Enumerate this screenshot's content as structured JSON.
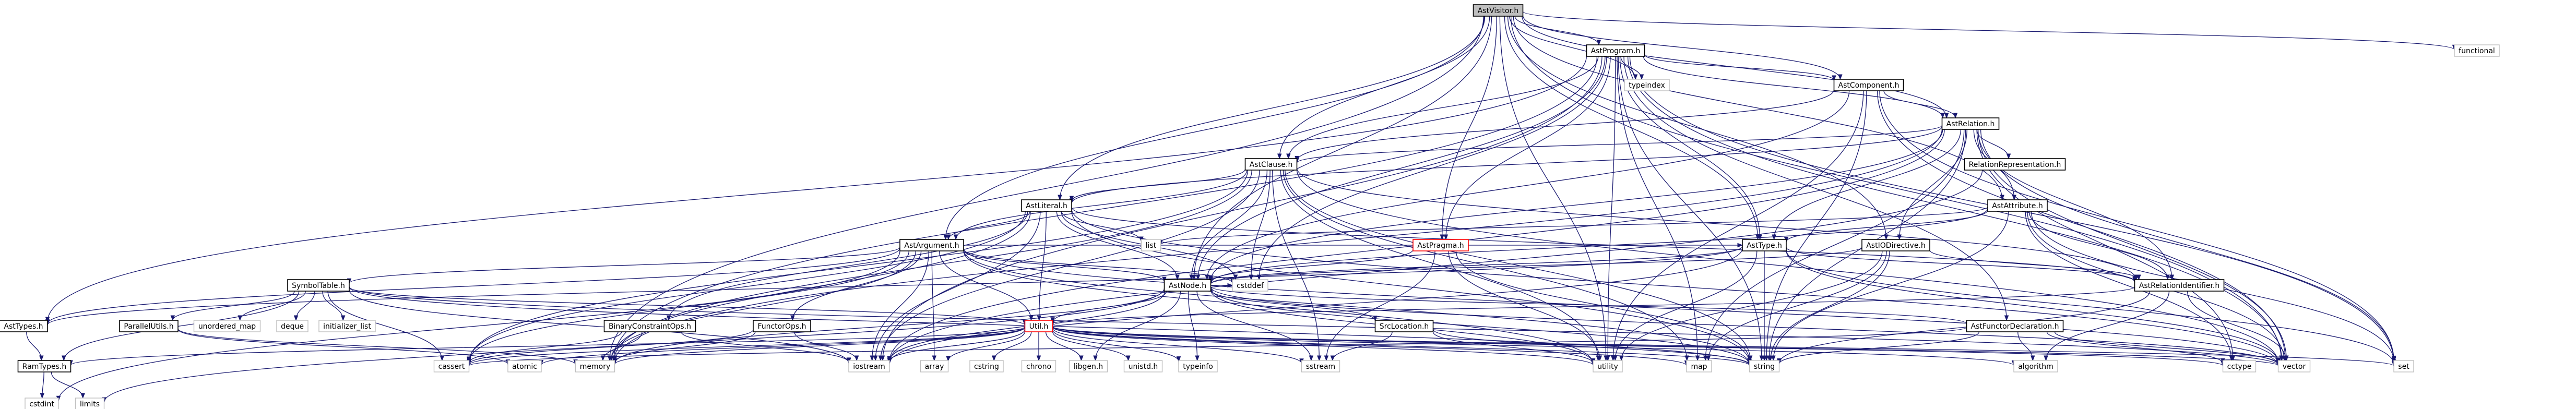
{
  "nodes": [
    {
      "id": "AstVisitor",
      "label": "AstVisitor.h",
      "style": "root"
    },
    {
      "id": "AstProgram",
      "label": "AstProgram.h",
      "style": "doc"
    },
    {
      "id": "functional",
      "label": "functional",
      "style": "sys"
    },
    {
      "id": "AstComponent",
      "label": "AstComponent.h",
      "style": "doc"
    },
    {
      "id": "typeindex",
      "label": "typeindex",
      "style": "sys"
    },
    {
      "id": "AstRelation",
      "label": "AstRelation.h",
      "style": "doc"
    },
    {
      "id": "AstClause",
      "label": "AstClause.h",
      "style": "doc"
    },
    {
      "id": "RelRep",
      "label": "RelationRepresentation.h",
      "style": "doc"
    },
    {
      "id": "AstLiteral",
      "label": "AstLiteral.h",
      "style": "doc"
    },
    {
      "id": "AstAttribute",
      "label": "AstAttribute.h",
      "style": "doc"
    },
    {
      "id": "list",
      "label": "list",
      "style": "sys"
    },
    {
      "id": "AstPragma",
      "label": "AstPragma.h",
      "style": "red"
    },
    {
      "id": "AstArgument",
      "label": "AstArgument.h",
      "style": "doc"
    },
    {
      "id": "AstType",
      "label": "AstType.h",
      "style": "doc"
    },
    {
      "id": "AstIODirective",
      "label": "AstIODirective.h",
      "style": "doc"
    },
    {
      "id": "AstRelId",
      "label": "AstRelationIdentifier.h",
      "style": "doc"
    },
    {
      "id": "SymbolTable",
      "label": "SymbolTable.h",
      "style": "doc"
    },
    {
      "id": "AstNode",
      "label": "AstNode.h",
      "style": "doc"
    },
    {
      "id": "AstFunctorDecl",
      "label": "AstFunctorDeclaration.h",
      "style": "doc"
    },
    {
      "id": "AstTypes",
      "label": "AstTypes.h",
      "style": "doc"
    },
    {
      "id": "ParallelUtils",
      "label": "ParallelUtils.h",
      "style": "doc"
    },
    {
      "id": "unordered_map",
      "label": "unordered_map",
      "style": "sys"
    },
    {
      "id": "deque",
      "label": "deque",
      "style": "sys"
    },
    {
      "id": "initializer_list",
      "label": "initializer_list",
      "style": "sys"
    },
    {
      "id": "BinaryConstraintOps",
      "label": "BinaryConstraintOps.h",
      "style": "doc"
    },
    {
      "id": "FunctorOps",
      "label": "FunctorOps.h",
      "style": "doc"
    },
    {
      "id": "Util",
      "label": "Util.h",
      "style": "red"
    },
    {
      "id": "SrcLocation",
      "label": "SrcLocation.h",
      "style": "doc"
    },
    {
      "id": "RamTypes",
      "label": "RamTypes.h",
      "style": "doc"
    },
    {
      "id": "cstdint",
      "label": "cstdint",
      "style": "sys"
    },
    {
      "id": "limits",
      "label": "limits",
      "style": "sys"
    },
    {
      "id": "cassert",
      "label": "cassert",
      "style": "sys"
    },
    {
      "id": "atomic",
      "label": "atomic",
      "style": "sys"
    },
    {
      "id": "memory",
      "label": "memory",
      "style": "sys"
    },
    {
      "id": "iostream",
      "label": "iostream",
      "style": "sys"
    },
    {
      "id": "array",
      "label": "array",
      "style": "sys"
    },
    {
      "id": "cstring",
      "label": "cstring",
      "style": "sys"
    },
    {
      "id": "chrono",
      "label": "chrono",
      "style": "sys"
    },
    {
      "id": "libgen",
      "label": "libgen.h",
      "style": "sys"
    },
    {
      "id": "unistd",
      "label": "unistd.h",
      "style": "sys"
    },
    {
      "id": "sstream",
      "label": "sstream",
      "style": "sys"
    },
    {
      "id": "utility",
      "label": "utility",
      "style": "sys"
    },
    {
      "id": "map",
      "label": "map",
      "style": "sys"
    },
    {
      "id": "string",
      "label": "string",
      "style": "sys"
    },
    {
      "id": "algorithm",
      "label": "algorithm",
      "style": "sys"
    },
    {
      "id": "cctype",
      "label": "cctype",
      "style": "sys"
    },
    {
      "id": "vector",
      "label": "vector",
      "style": "sys"
    },
    {
      "id": "set",
      "label": "set",
      "style": "sys"
    },
    {
      "id": "cstddef",
      "label": "cstddef",
      "style": "sys"
    },
    {
      "id": "typeinfo",
      "label": "typeinfo",
      "style": "sys"
    }
  ],
  "edges": [
    [
      "AstVisitor",
      "AstProgram"
    ],
    [
      "AstVisitor",
      "functional"
    ],
    [
      "AstVisitor",
      "AstNode"
    ],
    [
      "AstVisitor",
      "AstClause"
    ],
    [
      "AstVisitor",
      "AstLiteral"
    ],
    [
      "AstVisitor",
      "AstArgument"
    ],
    [
      "AstVisitor",
      "AstType"
    ],
    [
      "AstVisitor",
      "AstRelation"
    ],
    [
      "AstVisitor",
      "AstComponent"
    ],
    [
      "AstVisitor",
      "AstPragma"
    ],
    [
      "AstVisitor",
      "AstAttribute"
    ],
    [
      "AstVisitor",
      "AstIODirective"
    ],
    [
      "AstVisitor",
      "memory"
    ],
    [
      "AstVisitor",
      "utility"
    ],
    [
      "AstVisitor",
      "vector"
    ],
    [
      "AstVisitor",
      "typeindex"
    ],
    [
      "AstProgram",
      "AstComponent"
    ],
    [
      "AstProgram",
      "typeindex"
    ],
    [
      "AstProgram",
      "AstRelation"
    ],
    [
      "AstProgram",
      "AstClause"
    ],
    [
      "AstProgram",
      "AstType"
    ],
    [
      "AstProgram",
      "AstPragma"
    ],
    [
      "AstProgram",
      "AstFunctorDecl"
    ],
    [
      "AstProgram",
      "AstNode"
    ],
    [
      "AstProgram",
      "AstTypes"
    ],
    [
      "AstProgram",
      "utility"
    ],
    [
      "AstProgram",
      "map"
    ],
    [
      "AstProgram",
      "string"
    ],
    [
      "AstProgram",
      "vector"
    ],
    [
      "AstProgram",
      "set"
    ],
    [
      "AstProgram",
      "cstddef"
    ],
    [
      "AstProgram",
      "memory"
    ],
    [
      "AstProgram",
      "iostream"
    ],
    [
      "AstComponent",
      "AstRelation"
    ],
    [
      "AstComponent",
      "AstClause"
    ],
    [
      "AstComponent",
      "AstNode"
    ],
    [
      "AstComponent",
      "string"
    ],
    [
      "AstComponent",
      "utility"
    ],
    [
      "AstComponent",
      "vector"
    ],
    [
      "AstComponent",
      "set"
    ],
    [
      "AstRelation",
      "AstClause"
    ],
    [
      "AstRelation",
      "RelRep"
    ],
    [
      "AstRelation",
      "AstAttribute"
    ],
    [
      "AstRelation",
      "AstIODirective"
    ],
    [
      "AstRelation",
      "AstRelId"
    ],
    [
      "AstRelation",
      "AstType"
    ],
    [
      "AstRelation",
      "AstNode"
    ],
    [
      "AstRelation",
      "AstLiteral"
    ],
    [
      "AstRelation",
      "cctype"
    ],
    [
      "AstRelation",
      "string"
    ],
    [
      "AstRelation",
      "vector"
    ],
    [
      "AstRelation",
      "set"
    ],
    [
      "AstRelation",
      "memory"
    ],
    [
      "AstRelation",
      "iostream"
    ],
    [
      "AstRelation",
      "map"
    ],
    [
      "AstClause",
      "AstLiteral"
    ],
    [
      "AstClause",
      "AstArgument"
    ],
    [
      "AstClause",
      "AstNode"
    ],
    [
      "AstClause",
      "AstRelId"
    ],
    [
      "AstClause",
      "iostream"
    ],
    [
      "AstClause",
      "memory"
    ],
    [
      "AstClause",
      "string"
    ],
    [
      "AstClause",
      "utility"
    ],
    [
      "AstClause",
      "vector"
    ],
    [
      "AstClause",
      "cstddef"
    ],
    [
      "AstClause",
      "cassert"
    ],
    [
      "AstClause",
      "sstream"
    ],
    [
      "AstClause",
      "map"
    ],
    [
      "RelRep",
      "iostream"
    ],
    [
      "AstLiteral",
      "AstArgument"
    ],
    [
      "AstLiteral",
      "AstNode"
    ],
    [
      "AstLiteral",
      "AstRelId"
    ],
    [
      "AstLiteral",
      "BinaryConstraintOps"
    ],
    [
      "AstLiteral",
      "Util"
    ],
    [
      "AstLiteral",
      "list"
    ],
    [
      "AstLiteral",
      "iostream"
    ],
    [
      "AstLiteral",
      "memory"
    ],
    [
      "AstLiteral",
      "string"
    ],
    [
      "AstLiteral",
      "vector"
    ],
    [
      "AstLiteral",
      "cstddef"
    ],
    [
      "AstLiteral",
      "cassert"
    ],
    [
      "AstAttribute",
      "AstNode"
    ],
    [
      "AstAttribute",
      "AstType"
    ],
    [
      "AstAttribute",
      "AstRelId"
    ],
    [
      "AstAttribute",
      "cctype"
    ],
    [
      "AstAttribute",
      "string"
    ],
    [
      "AstAttribute",
      "vector"
    ],
    [
      "AstAttribute",
      "set"
    ],
    [
      "AstAttribute",
      "list"
    ],
    [
      "AstPragma",
      "AstNode"
    ],
    [
      "AstPragma",
      "string"
    ],
    [
      "AstPragma",
      "utility"
    ],
    [
      "AstPragma",
      "sstream"
    ],
    [
      "AstArgument",
      "AstNode"
    ],
    [
      "AstArgument",
      "AstTypes"
    ],
    [
      "AstArgument",
      "SymbolTable"
    ],
    [
      "AstArgument",
      "FunctorOps"
    ],
    [
      "AstArgument",
      "Util"
    ],
    [
      "AstArgument",
      "AstType"
    ],
    [
      "AstArgument",
      "cassert"
    ],
    [
      "AstArgument",
      "cstddef"
    ],
    [
      "AstArgument",
      "cstdint"
    ],
    [
      "AstArgument",
      "iostream"
    ],
    [
      "AstArgument",
      "memory"
    ],
    [
      "AstArgument",
      "string"
    ],
    [
      "AstArgument",
      "utility"
    ],
    [
      "AstArgument",
      "vector"
    ],
    [
      "AstArgument",
      "array"
    ],
    [
      "AstType",
      "AstNode"
    ],
    [
      "AstType",
      "AstRelId"
    ],
    [
      "AstType",
      "AstTypes"
    ],
    [
      "AstType",
      "iostream"
    ],
    [
      "AstType",
      "set"
    ],
    [
      "AstType",
      "string"
    ],
    [
      "AstType",
      "utility"
    ],
    [
      "AstType",
      "vector"
    ],
    [
      "AstIODirective",
      "AstNode"
    ],
    [
      "AstIODirective",
      "AstRelId"
    ],
    [
      "AstIODirective",
      "map"
    ],
    [
      "AstIODirective",
      "string"
    ],
    [
      "AstIODirective",
      "ostream"
    ],
    [
      "AstIODirective",
      "utility"
    ],
    [
      "AstRelId",
      "Util"
    ],
    [
      "AstRelId",
      "string"
    ],
    [
      "AstRelId",
      "vector"
    ],
    [
      "AstRelId",
      "algorithm"
    ],
    [
      "SymbolTable",
      "ParallelUtils"
    ],
    [
      "SymbolTable",
      "RamTypes"
    ],
    [
      "SymbolTable",
      "Util"
    ],
    [
      "SymbolTable",
      "cassert"
    ],
    [
      "SymbolTable",
      "cstdlib"
    ],
    [
      "SymbolTable",
      "deque"
    ],
    [
      "SymbolTable",
      "initializer_list"
    ],
    [
      "SymbolTable",
      "iostream"
    ],
    [
      "SymbolTable",
      "string"
    ],
    [
      "SymbolTable",
      "unordered_map"
    ],
    [
      "SymbolTable",
      "vector"
    ],
    [
      "AstNode",
      "SrcLocation"
    ],
    [
      "AstNode",
      "Util"
    ],
    [
      "AstNode",
      "typeinfo"
    ],
    [
      "AstNode",
      "iostream"
    ],
    [
      "AstNode",
      "memory"
    ],
    [
      "AstNode",
      "string"
    ],
    [
      "AstNode",
      "vector"
    ],
    [
      "AstNode",
      "cstddef"
    ],
    [
      "AstNode",
      "libgen"
    ],
    [
      "AstNode",
      "utility"
    ],
    [
      "AstNode",
      "limits"
    ],
    [
      "AstNode",
      "sstream"
    ],
    [
      "AstFunctorDecl",
      "AstNode"
    ],
    [
      "AstFunctorDecl",
      "string"
    ],
    [
      "AstFunctorDecl",
      "algorithm"
    ],
    [
      "AstFunctorDecl",
      "vector"
    ],
    [
      "AstFunctorDecl",
      "cctype"
    ],
    [
      "AstFunctorDecl",
      "cassert"
    ],
    [
      "AstTypes",
      "RamTypes"
    ],
    [
      "ParallelUtils",
      "atomic"
    ],
    [
      "ParallelUtils",
      "memory"
    ],
    [
      "BinaryConstraintOps",
      "cassert"
    ],
    [
      "BinaryConstraintOps",
      "iostream"
    ],
    [
      "BinaryConstraintOps",
      "memory"
    ],
    [
      "FunctorOps",
      "cassert"
    ],
    [
      "FunctorOps",
      "iostream"
    ],
    [
      "FunctorOps",
      "memory"
    ],
    [
      "Util",
      "cassert"
    ],
    [
      "Util",
      "atomic"
    ],
    [
      "Util",
      "memory"
    ],
    [
      "Util",
      "iostream"
    ],
    [
      "Util",
      "array"
    ],
    [
      "Util",
      "cstring"
    ],
    [
      "Util",
      "chrono"
    ],
    [
      "Util",
      "libgen"
    ],
    [
      "Util",
      "unistd"
    ],
    [
      "Util",
      "sstream"
    ],
    [
      "Util",
      "utility"
    ],
    [
      "Util",
      "map"
    ],
    [
      "Util",
      "string"
    ],
    [
      "Util",
      "algorithm"
    ],
    [
      "Util",
      "cctype"
    ],
    [
      "Util",
      "vector"
    ],
    [
      "Util",
      "set"
    ],
    [
      "Util",
      "typeinfo"
    ],
    [
      "Util",
      "iostream"
    ],
    [
      "Util",
      "fstream"
    ],
    [
      "Util",
      "RamTypes"
    ],
    [
      "SrcLocation",
      "string"
    ],
    [
      "SrcLocation",
      "utility"
    ],
    [
      "SrcLocation",
      "sstream"
    ],
    [
      "RamTypes",
      "cstdint"
    ],
    [
      "RamTypes",
      "limits"
    ]
  ]
}
